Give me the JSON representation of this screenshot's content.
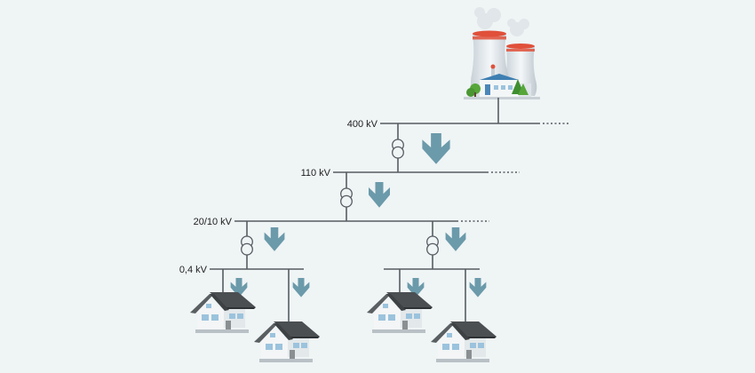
{
  "voltage_levels": {
    "level_400": "400 kV",
    "level_110": "110 kV",
    "level_20_10": "20/10 kV",
    "level_04": "0,4 kV"
  },
  "icons": {
    "power_plant": "power-plant-icon",
    "transformer": "transformer-icon",
    "flow_arrow": "arrow-down-icon",
    "house": "house-icon"
  },
  "colors": {
    "background": "#eff4f5",
    "line": "#565d62",
    "arrow": "#6b9aaa",
    "roof": "#4b4f52",
    "wall": "#eef1f2",
    "window": "#9bc3dd",
    "tree": "#56a63a",
    "tower_band": "#e0503a"
  }
}
